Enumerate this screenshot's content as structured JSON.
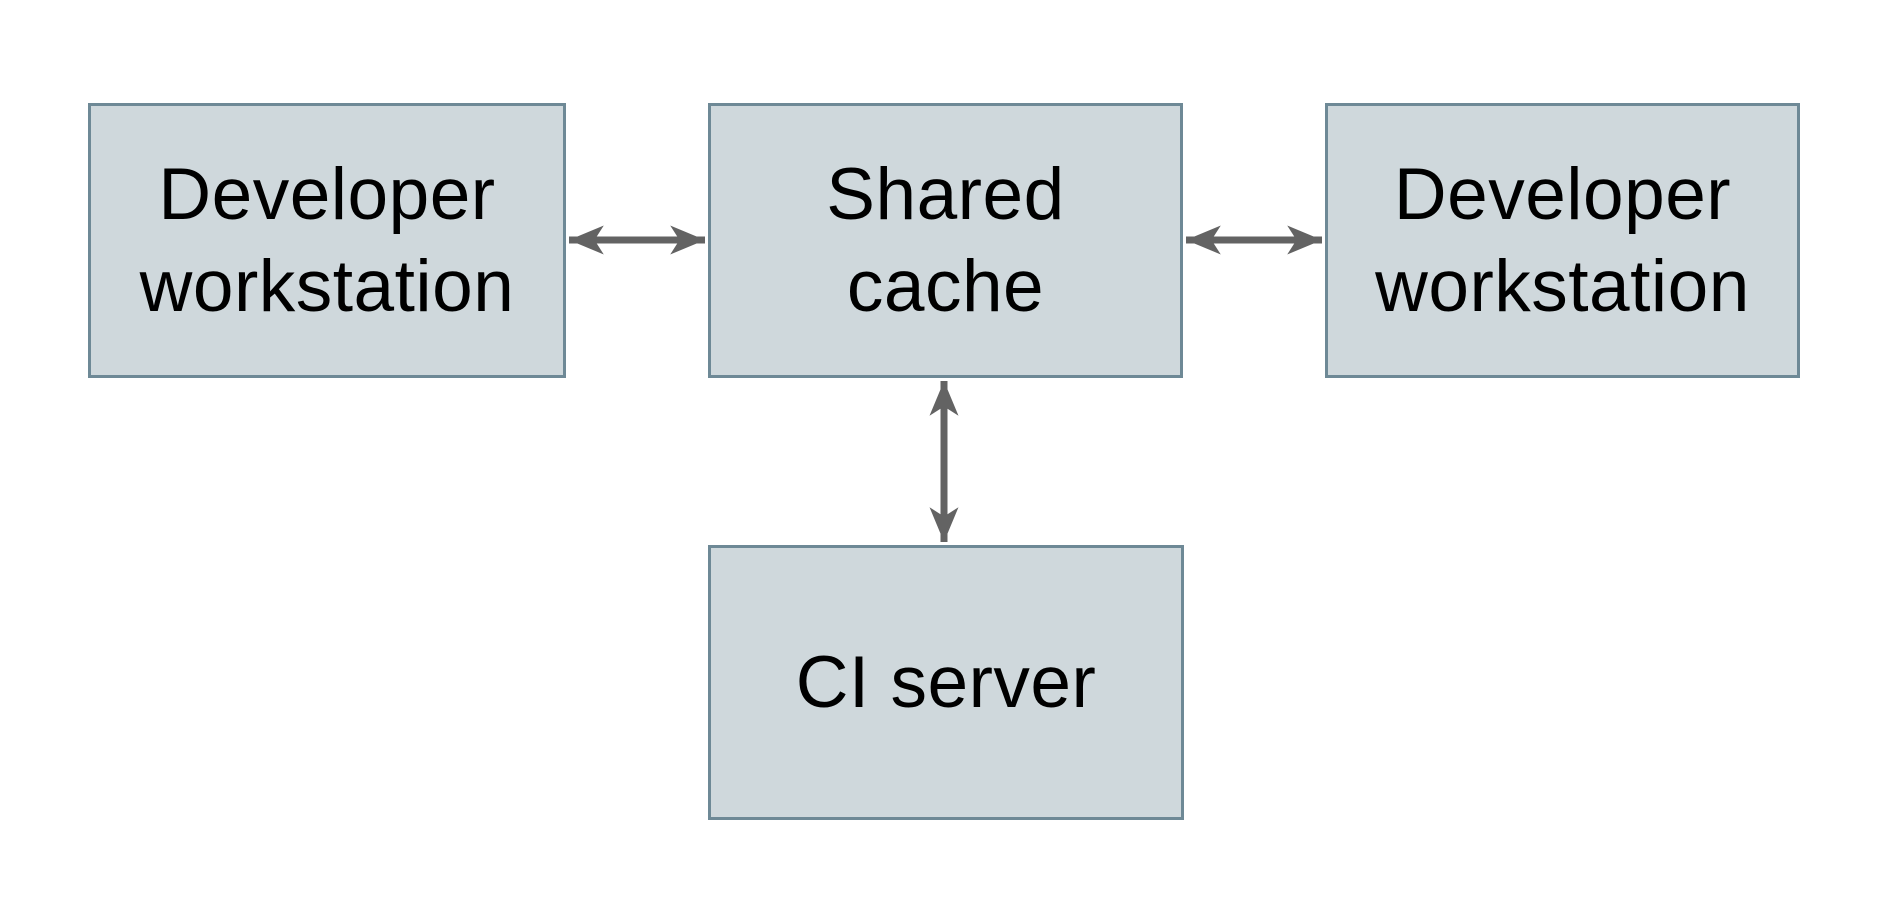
{
  "colors": {
    "background": "#ffffff",
    "node-fill": "#cfd8dc",
    "node-border": "#6e8996",
    "arrow-color": "#636363",
    "text-color": "#000000"
  },
  "nodes": {
    "workstation_left": {
      "label": [
        "Developer",
        "workstation"
      ]
    },
    "shared_cache": {
      "label": [
        "Shared",
        "cache"
      ]
    },
    "workstation_right": {
      "label": [
        "Developer",
        "workstation"
      ]
    },
    "ci_server": {
      "label": [
        "CI server"
      ]
    }
  },
  "edges": [
    {
      "name": "workstation-left--shared-cache",
      "type": "bidirectional-arrow"
    },
    {
      "name": "shared-cache--workstation-right",
      "type": "bidirectional-arrow"
    },
    {
      "name": "shared-cache--ci-server",
      "type": "bidirectional-arrow"
    }
  ]
}
